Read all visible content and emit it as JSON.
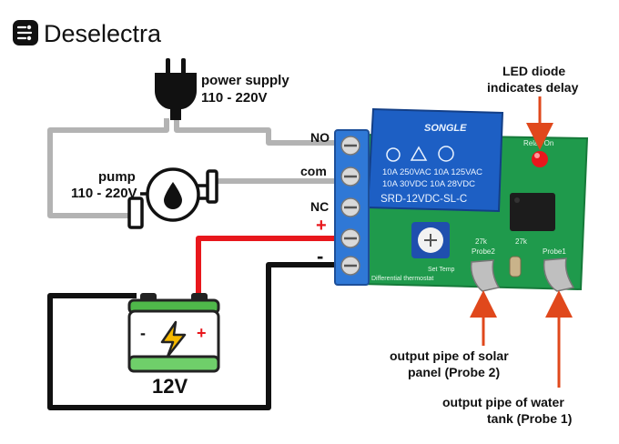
{
  "brand": {
    "name": "Deselectra"
  },
  "power_supply": {
    "title": "power supply",
    "voltage": "110 - 220V"
  },
  "pump": {
    "title": "pump",
    "voltage": "110 - 220V"
  },
  "terminals": {
    "no": "NO",
    "com": "com",
    "nc": "NC",
    "plus": "+",
    "minus": "-"
  },
  "relay": {
    "brand": "SONGLE",
    "line1": "10A 250VAC  10A 125VAC",
    "line2": "10A  30VDC  10A  28VDC",
    "model": "SRD-12VDC-SL-C"
  },
  "battery": {
    "voltage": "12V",
    "minus": "-",
    "plus": "+"
  },
  "annotations": {
    "led_line1": "LED diode",
    "led_line2": "indicates delay",
    "probe2_line1": "output pipe of solar",
    "probe2_line2": "panel (Probe 2)",
    "probe1_line1": "output pipe of water",
    "probe1_line2": "tank (Probe 1)"
  },
  "board_silk": {
    "probe2": "Probe2",
    "probe1": "Probe1",
    "relay_on": "Relay On",
    "set_temp": "Set Temp",
    "diff_thermostat": "Differential thermostat",
    "r1": "27k",
    "r2": "27k"
  },
  "colors": {
    "ac_wire": "#b3b3b3",
    "dc_positive": "#e8171c",
    "dc_negative": "#111111",
    "annotation_arrow": "#e0481c",
    "terminal_block": "#2f78d6",
    "relay_body": "#1d5fc4",
    "pcb": "#1f9a4c",
    "battery_body": "#6fcf6a"
  }
}
